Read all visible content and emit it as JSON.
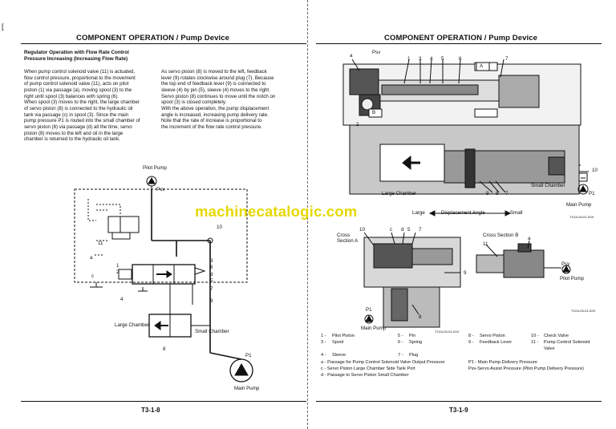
{
  "left_page": {
    "header": "COMPONENT OPERATION / Pump Device",
    "section_title": [
      "Regulator Operation with Flow Rate Control",
      "Pressure Increasing (Increasing Flow Rate)"
    ],
    "col1": [
      "When pump control solenoid valve (11) is actuated,",
      "flow control pressure, proportional to the movement",
      "of pump control solenoid valve (11), acts on pilot",
      "piston (1) via passage (a), moving spool (3) to the",
      "right until spool (3) balances with spring (6).",
      "When spool (3) moves to the right, the large chamber",
      "of servo piston (8) is connected to the hydraulic oil",
      "tank via passage (c) in spool (3). Since the main",
      "pump pressure P1 is routed into the small chamber of",
      "servo piston (8) via passage (d) all the time, servo",
      "piston (8) moves to the left and oil in the large",
      "chamber is returned to the hydraulic oil tank."
    ],
    "col2": [
      "As servo piston (8) is moved to the left, feedback",
      "lever (9) rotates clockwise around plug (7). Because",
      "the top end of feedback lever (9) is connected to",
      "sleeve (4) by pin (5), sleeve (4) moves to the right.",
      "Servo piston (8) continues to move until the notch on",
      "spool (3) is closed completely.",
      "With the above operation, the pump displacement",
      "angle is increased, increasing pump delivery rate.",
      "Note that the rate of increase is proportional to",
      "the increment of the flow rate control pressure."
    ],
    "diagram": {
      "pilot_pump": "Pilot Pump",
      "psv": "Psv",
      "large_chamber": "Large Chamber",
      "small_chamber": "Small Chamber",
      "p1": "P1",
      "main_pump": "Main Pump",
      "a": "a",
      "c": "c",
      "d": "d",
      "n1": "1",
      "n2": "2",
      "n3": "3",
      "n4": "4",
      "n5": "5",
      "n6": "6",
      "n7": "7",
      "n8": "8",
      "n9": "9",
      "n10": "10",
      "n11": "11"
    },
    "page_number": "T3-1-8"
  },
  "right_page": {
    "header": "COMPONENT OPERATION / Pump Device",
    "top_labels": {
      "a": "a",
      "psv": "Psv",
      "n1": "1",
      "n3": "3",
      "n4": "4",
      "n5": "5",
      "n6": "6",
      "n7": "7",
      "A": "A",
      "B": "B",
      "n2": "2",
      "n8": "8",
      "n9": "9",
      "n10": "10",
      "large_chamber": "Large Chamber",
      "small_chamber": "Small Chamber",
      "p1": "P1",
      "main_pump": "Main Pump",
      "ref": "T1G4-03-01-0XX",
      "large": "Large",
      "displacement_angle": "Displacement Angle",
      "small": "Small"
    },
    "section_a": {
      "title": [
        "Cross",
        "Section A"
      ],
      "n10": "10",
      "c": "c",
      "d": "d",
      "n5": "5",
      "n7": "7",
      "n9": "9",
      "n8": "8",
      "p1": "P1",
      "main_pump": "Main Pump",
      "ref": "T1G4-03-01-0XX"
    },
    "section_b": {
      "title": "Cross Section B",
      "n11": "11",
      "a": "a",
      "psv": "Psv",
      "pilot_pump": "Pilot Pump",
      "ref": "T1G4-03-01-0XX"
    },
    "legend": [
      [
        "1 -",
        "Pilot Piston",
        "5 -",
        "Pin",
        "8 -",
        "Servo Piston",
        "10 -",
        "Check Valve"
      ],
      [
        "3 -",
        "Spool",
        "6 -",
        "Spring",
        "9 -",
        "Feedback Lever",
        "11 -",
        "Pump Control Solenoid"
      ],
      [
        "",
        "",
        "",
        "",
        "",
        "",
        "",
        "Valve"
      ],
      [
        "4 -",
        "Sleeve",
        "7 -",
        "Plug",
        "",
        "",
        "",
        ""
      ]
    ],
    "passages": [
      "a -  Passage for Pump Control Solenoid Valve Output Pressure",
      "c -  Servo Piston Large Chamber Side Tank Port",
      "d -  Passage to Servo Piston Small Chamber"
    ],
    "pressures": [
      "P1 - Main Pump Delivery Pressure",
      "Psv-Servo Assist Pressure (Pilot Pump Delivery Pressure)"
    ],
    "page_number": "T3-1-9"
  },
  "watermark": "machinecatalogic.com",
  "corner_mark": "["
}
